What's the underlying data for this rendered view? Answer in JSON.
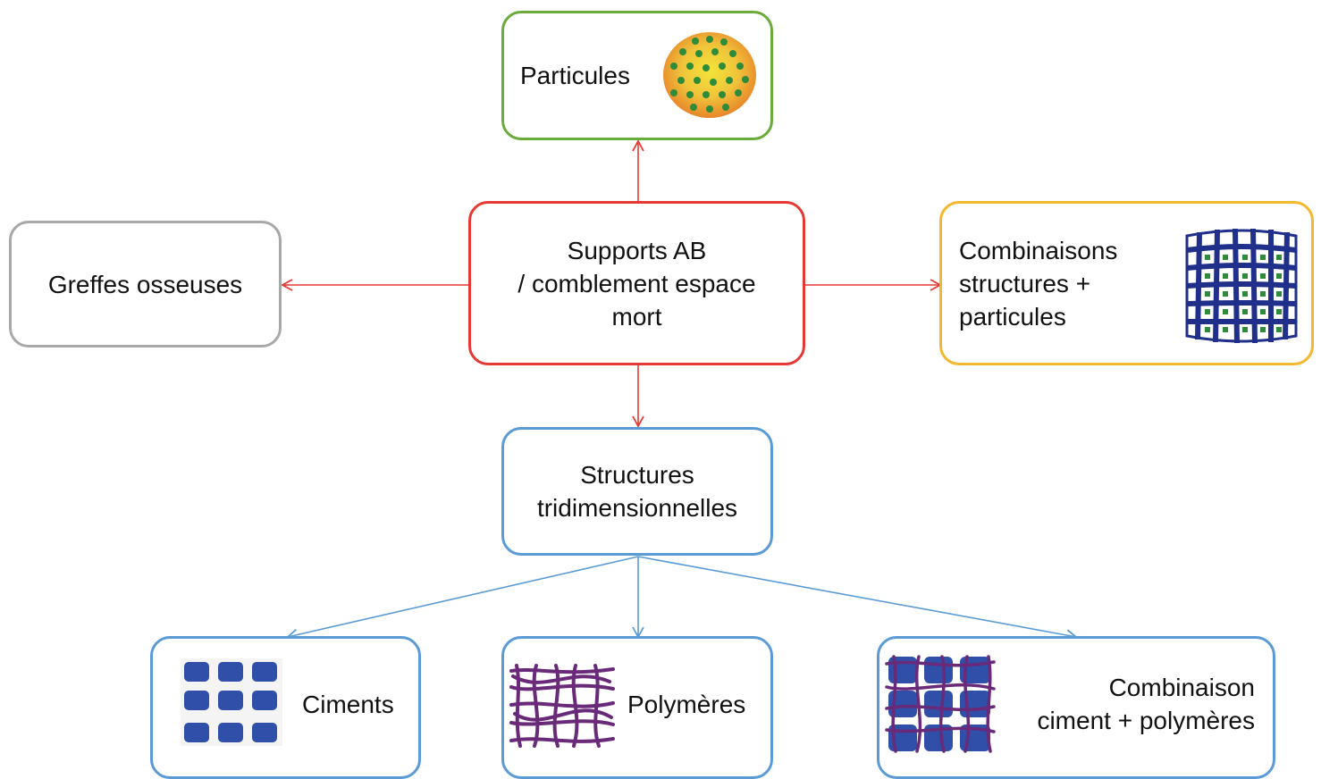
{
  "colors": {
    "center": "#e53935",
    "particules": "#6aab3a",
    "greffes": "#a8a8a8",
    "combinaisons": "#f2b82f",
    "structures": "#5b9bd5",
    "arrow_red": "#e53935",
    "arrow_blue": "#5b9bd5",
    "cement_blue": "#2f4fa8",
    "polymer_purple": "#6a2a7a",
    "particle_green": "#2e8b3a",
    "particle_orange": "#e8862a"
  },
  "nodes": {
    "center": {
      "line1": "Supports AB",
      "line2": "/ comblement espace",
      "line3": "mort"
    },
    "particules": {
      "label": "Particules",
      "icon": "particle-sphere-icon"
    },
    "greffes": {
      "label": "Greffes osseuses"
    },
    "combinaisons": {
      "line1": "Combinaisons",
      "line2": "structures +",
      "line3": "particules",
      "icon": "grid-particles-icon"
    },
    "structures": {
      "line1": "Structures",
      "line2": "tridimensionnelles"
    },
    "ciments": {
      "label": "Ciments",
      "icon": "cement-blocks-icon"
    },
    "polymeres": {
      "label": "Polymères",
      "icon": "polymer-mesh-icon"
    },
    "combinaison_ciment": {
      "line1": "Combinaison",
      "line2": "ciment + polymères",
      "icon": "cement-polymer-icon"
    }
  }
}
